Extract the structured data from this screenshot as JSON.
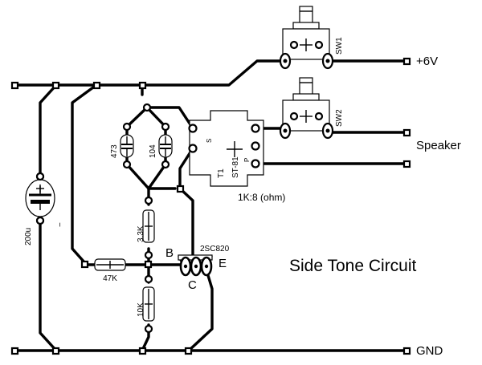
{
  "labels": {
    "vcc": "+6V",
    "speaker": "Speaker",
    "gnd": "GND",
    "title": "Side Tone Circuit",
    "ratio": "1K:8 (ohm)",
    "transistor": "2SC820",
    "pin_b": "B",
    "pin_c": "C",
    "pin_e": "E",
    "sw1": "SW1",
    "sw2": "SW2",
    "t1": "T1",
    "st81": "ST-81",
    "s_mark": "S",
    "p_mark": "P",
    "cap_473": "473",
    "cap_104": "104",
    "cap_200u": "200u",
    "minus": "−",
    "r_33k": "3.3K",
    "r_47k": "47K",
    "r_10k": "10K"
  }
}
